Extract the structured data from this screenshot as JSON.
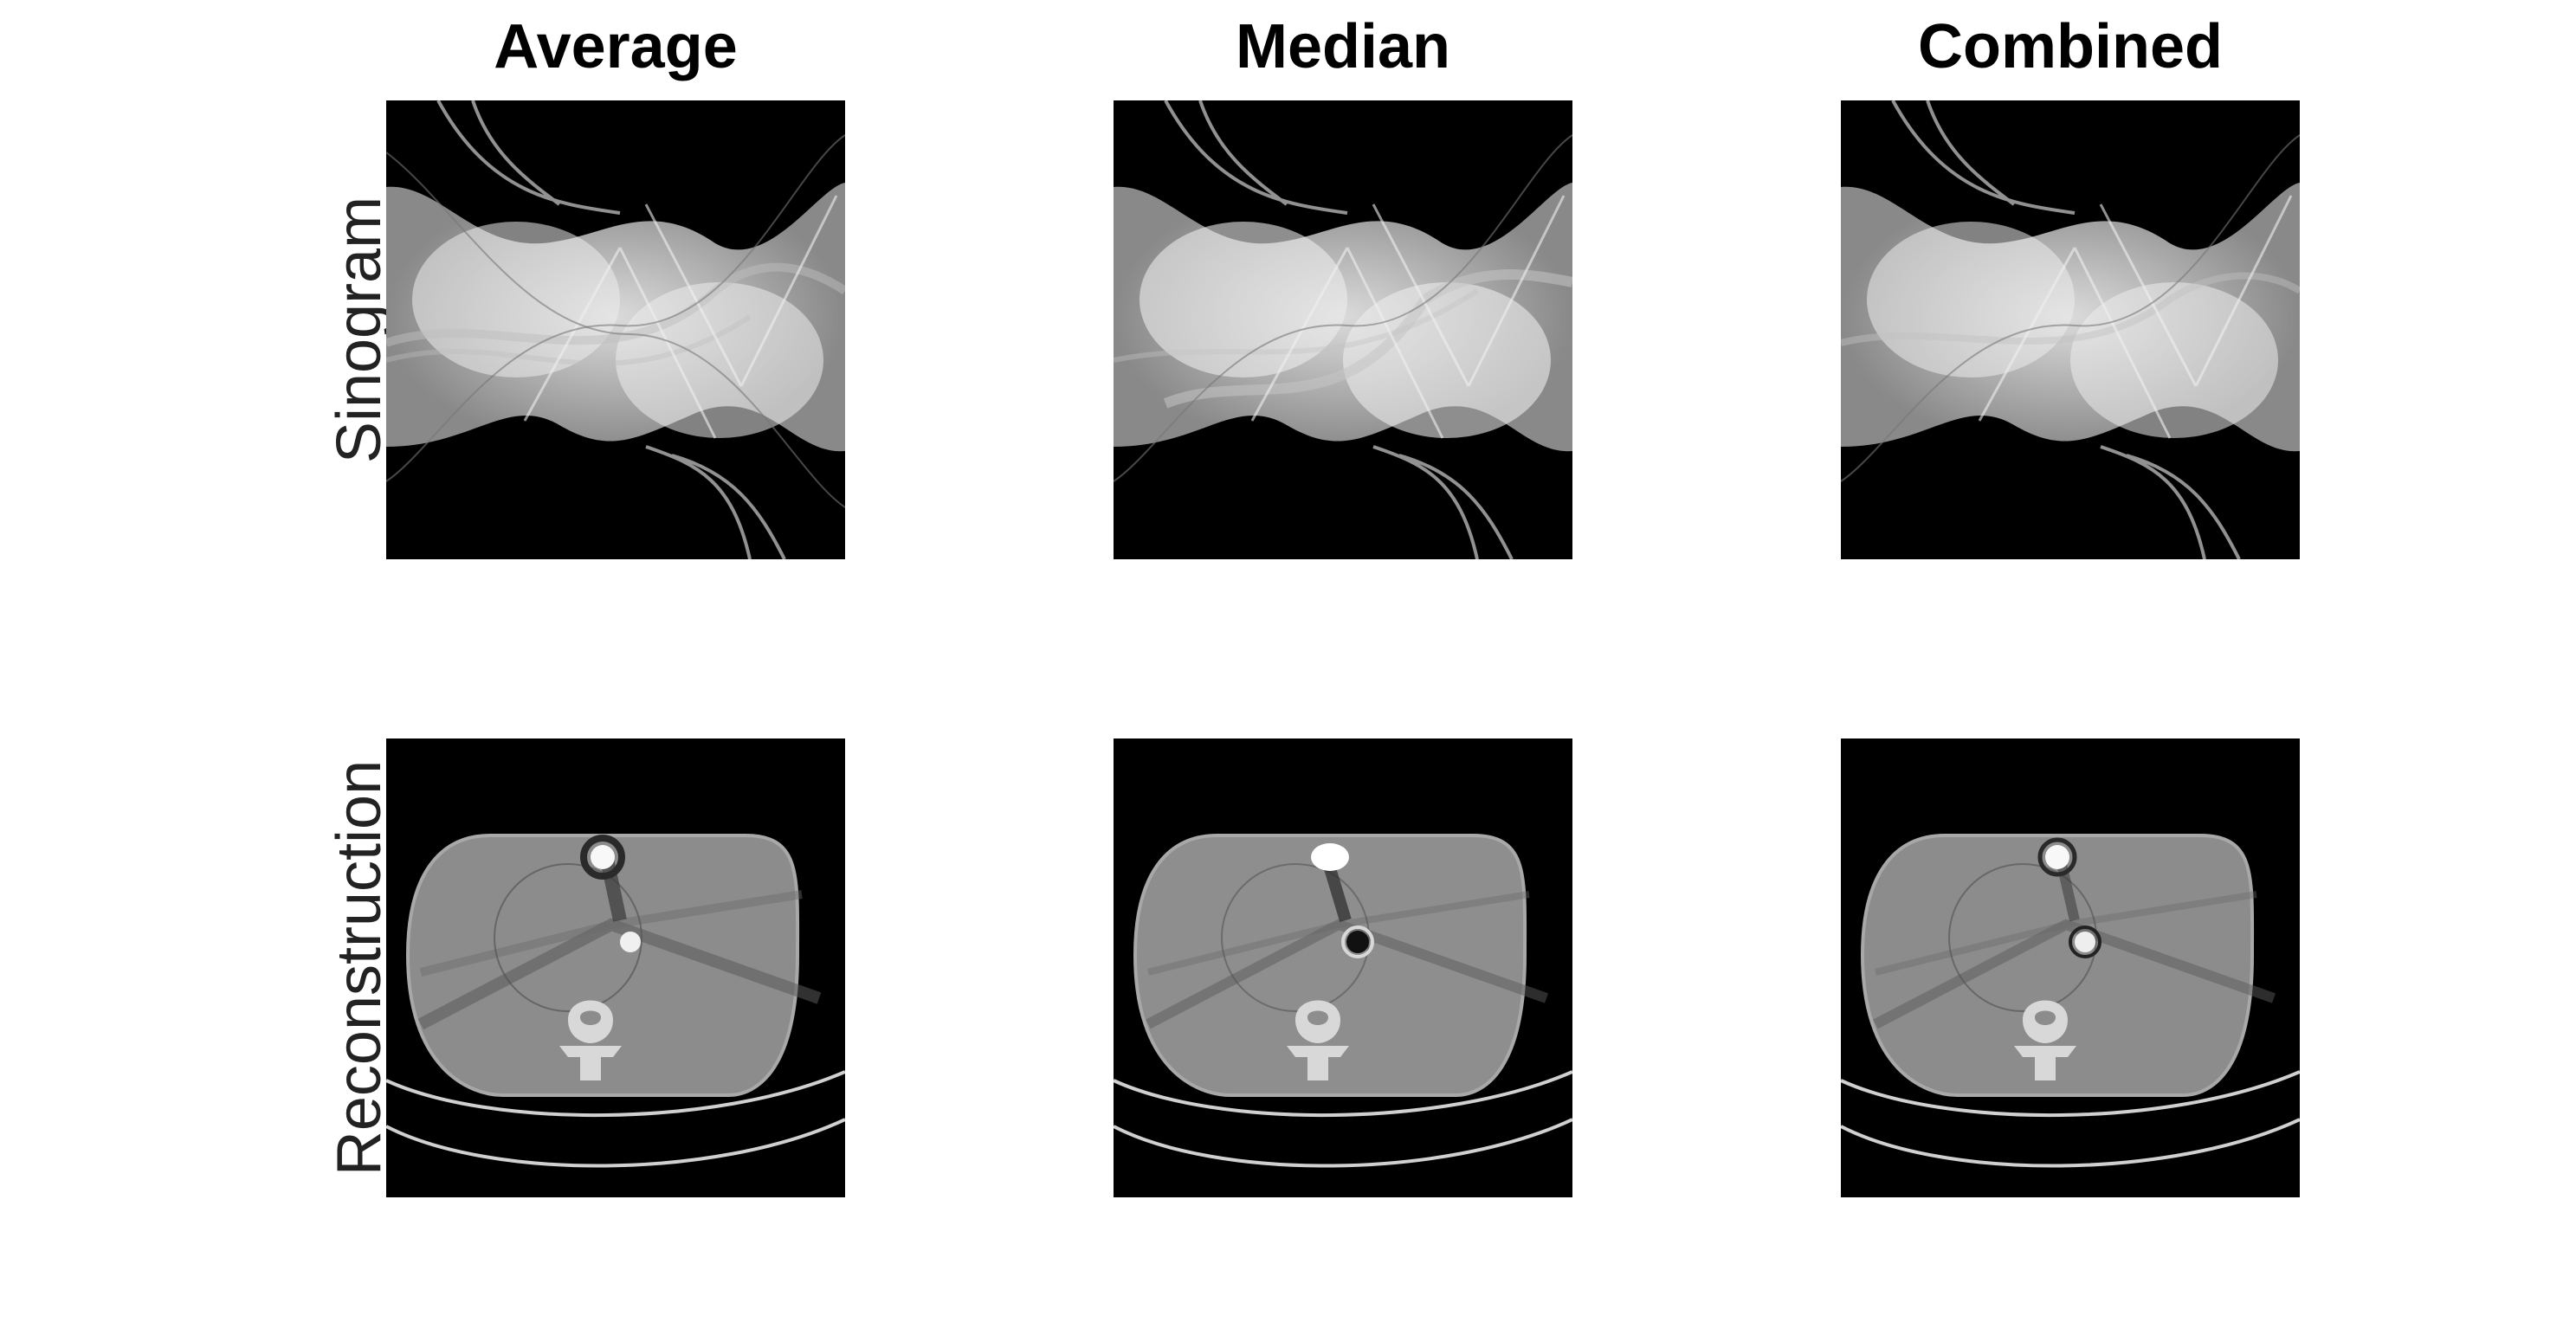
{
  "columns": [
    {
      "title": "Average"
    },
    {
      "title": "Median"
    },
    {
      "title": "Combined"
    }
  ],
  "rows": [
    {
      "label": "Sinogram",
      "content": "sinogram-image"
    },
    {
      "label": "Reconstruction",
      "content": "ct-reconstruction-image"
    }
  ],
  "colors": {
    "background": "#ffffff",
    "panel": "#000000"
  }
}
